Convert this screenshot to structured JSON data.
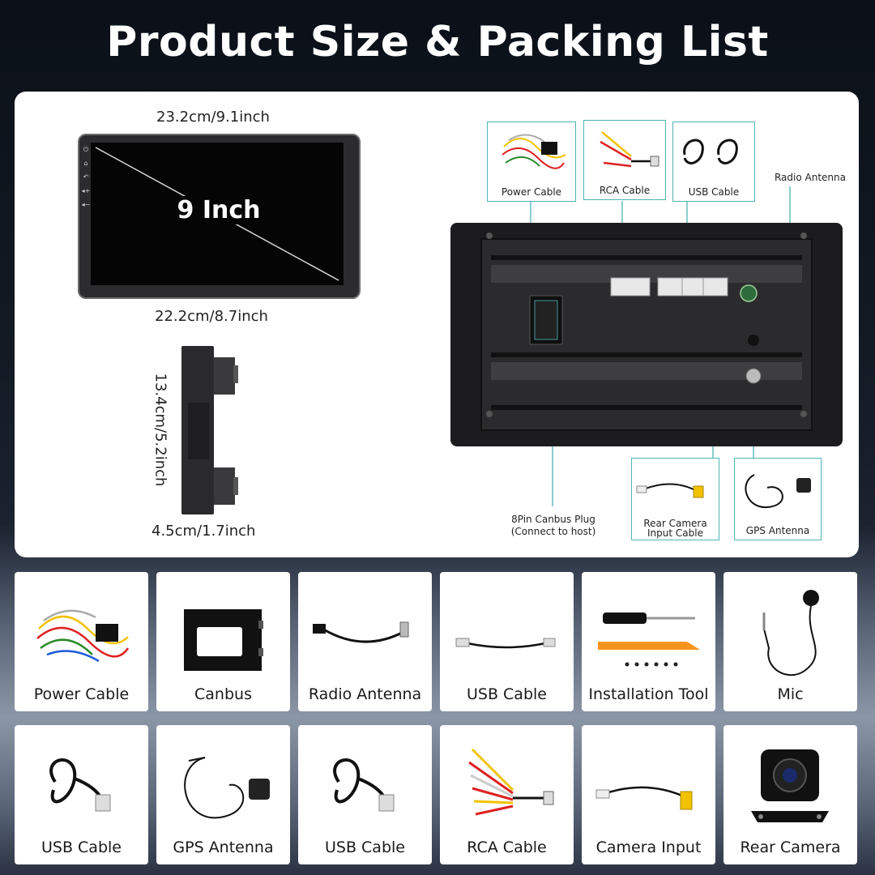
{
  "page": {
    "title": "Product Size & Packing List"
  },
  "dimensions": {
    "top_width": "23.2cm/9.1inch",
    "screen_size": "9 Inch",
    "bottom_width": "22.2cm/8.7inch",
    "height": "13.4cm/5.2inch",
    "depth": "4.5cm/1.7inch"
  },
  "connections": {
    "power_cable": "Power Cable",
    "rca_cable": "RCA Cable",
    "usb_cable": "USB Cable",
    "radio_antenna": "Radio Antenna",
    "canbus_plug_line1": "8Pin Canbus Plug",
    "canbus_plug_line2": "(Connect to host)",
    "rear_camera_line1": "Rear Camera",
    "rear_camera_line2": "Input Cable",
    "gps_antenna": "GPS Antenna"
  },
  "packing_list": [
    {
      "label": "Power Cable",
      "icon": "power-cable-icon"
    },
    {
      "label": "Canbus",
      "icon": "canbus-box-icon"
    },
    {
      "label": "Radio Antenna",
      "icon": "radio-antenna-icon"
    },
    {
      "label": "USB Cable",
      "icon": "usb-cable-icon"
    },
    {
      "label": "Installation Tool",
      "icon": "installation-tool-icon"
    },
    {
      "label": "Mic",
      "icon": "mic-icon"
    },
    {
      "label": "USB Cable",
      "icon": "usb-cable-icon"
    },
    {
      "label": "GPS Antenna",
      "icon": "gps-antenna-icon"
    },
    {
      "label": "USB Cable",
      "icon": "usb-cable-icon"
    },
    {
      "label": "RCA Cable",
      "icon": "rca-cable-icon"
    },
    {
      "label": "Camera Input",
      "icon": "camera-input-icon"
    },
    {
      "label": "Rear Camera",
      "icon": "rear-camera-icon"
    }
  ]
}
